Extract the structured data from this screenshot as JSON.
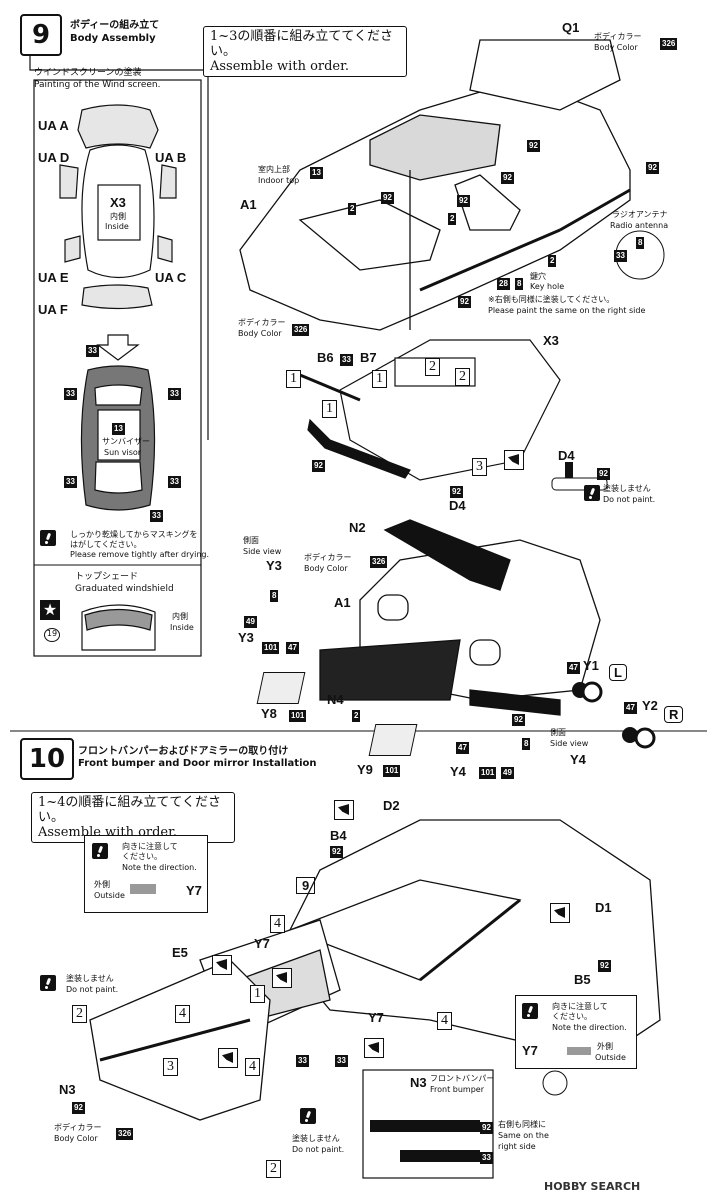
{
  "step9": {
    "number": "9",
    "title_jp": "ボディーの組み立て",
    "title_en": "Body Assembly",
    "order_note": [
      "1~3の順番に組み立ててください。",
      "Assemble with order."
    ],
    "windscreen_jp": "ウインドスクリーンの塗装",
    "windscreen_en": "Painting of the Wind screen.",
    "ua_labels": [
      "UA A",
      "UA D",
      "UA B",
      "UA E",
      "UA C",
      "UA F"
    ],
    "x3": "X3",
    "inside_jp": "内側",
    "inside_en": "Inside",
    "sunvisor_jp": "サンバイザー",
    "sunvisor_en": "Sun visor",
    "dry_note_jp": [
      "しっかり乾燥してからマスキングを",
      "はがしてください。"
    ],
    "dry_note_en": "Please remove tightly after drying.",
    "topshade_jp": "トップシェード",
    "topshade_en": "Graduated windshield",
    "inside2_jp": "内側",
    "inside2_en": "Inside",
    "q1": "Q1",
    "body_color_jp": "ボディカラー",
    "body_color_en": "Body Color",
    "indoor_top_jp": "室内上部",
    "indoor_top_en": "Indoor top",
    "a1": "A1",
    "radio_jp": "ラジオアンテナ",
    "radio_en": "Radio antenna",
    "key_jp": "鍵穴",
    "key_en": "Key hole",
    "right_side_jp": "※右側も同様に塗装してください。",
    "right_side_en": "Please paint the same on the right side",
    "b6": "B6",
    "b7": "B7",
    "d4": "D4",
    "no_paint_jp": "塗装しません",
    "no_paint_en": "Do not paint.",
    "n2": "N2",
    "side_view_jp": "側面",
    "side_view_en": "Side view",
    "y3": "Y3",
    "y1": "Y1",
    "y2": "Y2",
    "y4": "Y4",
    "y8": "Y8",
    "y9": "Y9",
    "n4": "N4",
    "l": "L",
    "r": "R"
  },
  "step10": {
    "number": "10",
    "title_jp": "フロントバンパーおよびドアミラーの取り付け",
    "title_en": "Front bumper and Door mirror Installation",
    "order_note": [
      "1~4の順番に組み立ててください。",
      "Assemble with order."
    ],
    "direction_jp": [
      "向きに注意して",
      "ください。"
    ],
    "direction_en": "Note the direction.",
    "outside_jp": "外側",
    "outside_en": "Outside",
    "y7": "Y7",
    "e5": "E5",
    "d2": "D2",
    "b4": "B4",
    "d1": "D1",
    "b5": "B5",
    "n3": "N3",
    "n3_title_jp": "フロントバンパー",
    "n3_title_en": "Front bumper",
    "right_same_jp": "右側も同様に",
    "right_same_en": [
      "Same on the",
      "right side"
    ],
    "step9_ref": "9"
  },
  "colors": {
    "c326": "326",
    "c92": "92",
    "c13": "13",
    "c2": "2",
    "c8": "8",
    "c33": "33",
    "c28": "28",
    "c49": "49",
    "c47": "47",
    "c101": "101",
    "c19": "19"
  },
  "watermark": "HOBBY SEARCH"
}
